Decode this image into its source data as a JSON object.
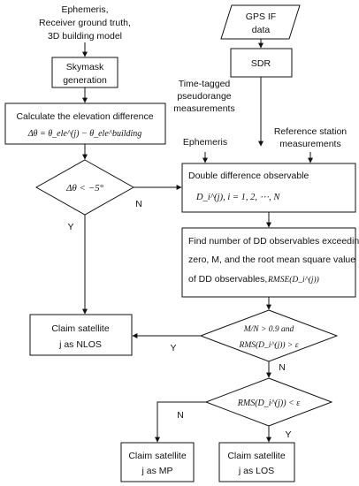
{
  "inputs": {
    "left": [
      "Ephemeris,",
      "Receiver ground truth,",
      "3D building model"
    ],
    "gps": [
      "GPS IF",
      "data"
    ],
    "pseudorange": [
      "Time-tagged",
      "pseudorange",
      "measurements"
    ],
    "ephemeris": "Ephemeris",
    "reference": [
      "Reference station",
      "measurements"
    ]
  },
  "boxes": {
    "skymask": [
      "Skymask",
      "generation"
    ],
    "sdr": "SDR",
    "elevation": "Calculate the elevation difference",
    "elevation_formula": "Δθ = θ_ele^(j) − θ_ele^building",
    "dd": "Double difference observable",
    "dd_formula": "D_i^(j), i = 1, 2, ⋯, N",
    "find": [
      "Find number of DD observables exceeding",
      "zero, M, and the root mean square value",
      "of DD observables,"
    ],
    "find_formula": "RMSE(D_i^(j))",
    "nlos": [
      "Claim satellite",
      "j as NLOS"
    ],
    "mp": [
      "Claim satellite",
      "j as MP"
    ],
    "los": [
      "Claim satellite",
      "j as LOS"
    ]
  },
  "decisions": {
    "d1": "Δθ < −5°",
    "d2": [
      "M/N > 0.9 and",
      "RMS(D_i^(j)) > ε"
    ],
    "d3": "RMS(D_i^(j)) < ε"
  },
  "edge_labels": {
    "d1_no": "N",
    "d1_yes": "Y",
    "d2_yes": "Y",
    "d2_no": "N",
    "d3_no": "N",
    "d3_yes": "Y"
  }
}
